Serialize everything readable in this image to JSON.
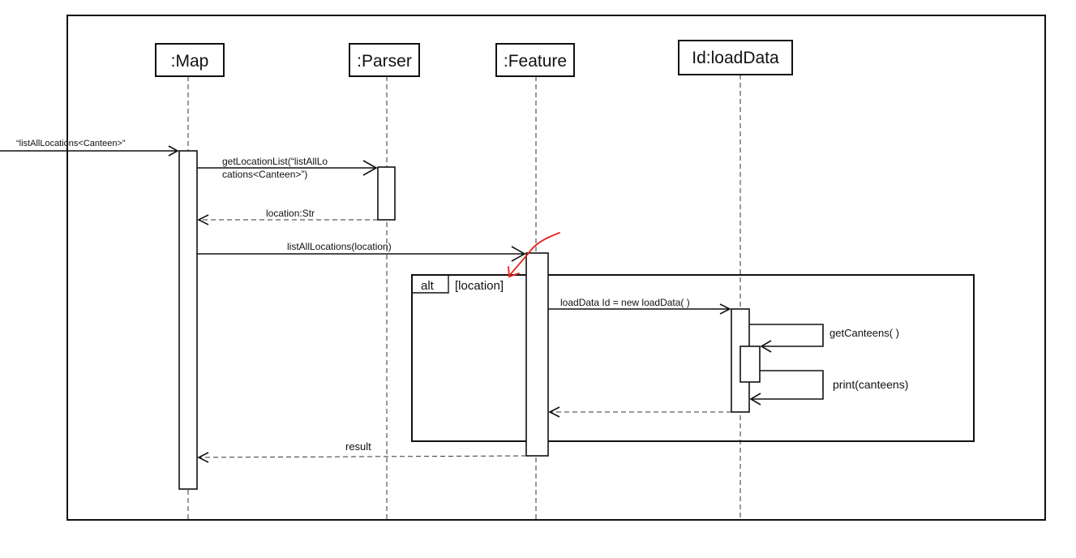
{
  "participants": {
    "map": ":Map",
    "parser": ":Parser",
    "feature": ":Feature",
    "loaddata": "Id:loadData"
  },
  "messages": {
    "entry": "“listAllLocations<Canteen>”",
    "get_location_list_line1": "getLocationList(“listAllLo",
    "get_location_list_line2": "cations<Canteen>”)",
    "location_return": "location:Str",
    "list_all_locations": "listAllLocations(location)",
    "new_loaddata": "loadData Id = new loadData( )",
    "get_canteens": "getCanteens( )",
    "print_canteens": "print(canteens)",
    "result": "result"
  },
  "fragment": {
    "operator": "alt",
    "guard": "[location]"
  },
  "colors": {
    "ink": "#111111",
    "annotation": "#e3231b"
  }
}
